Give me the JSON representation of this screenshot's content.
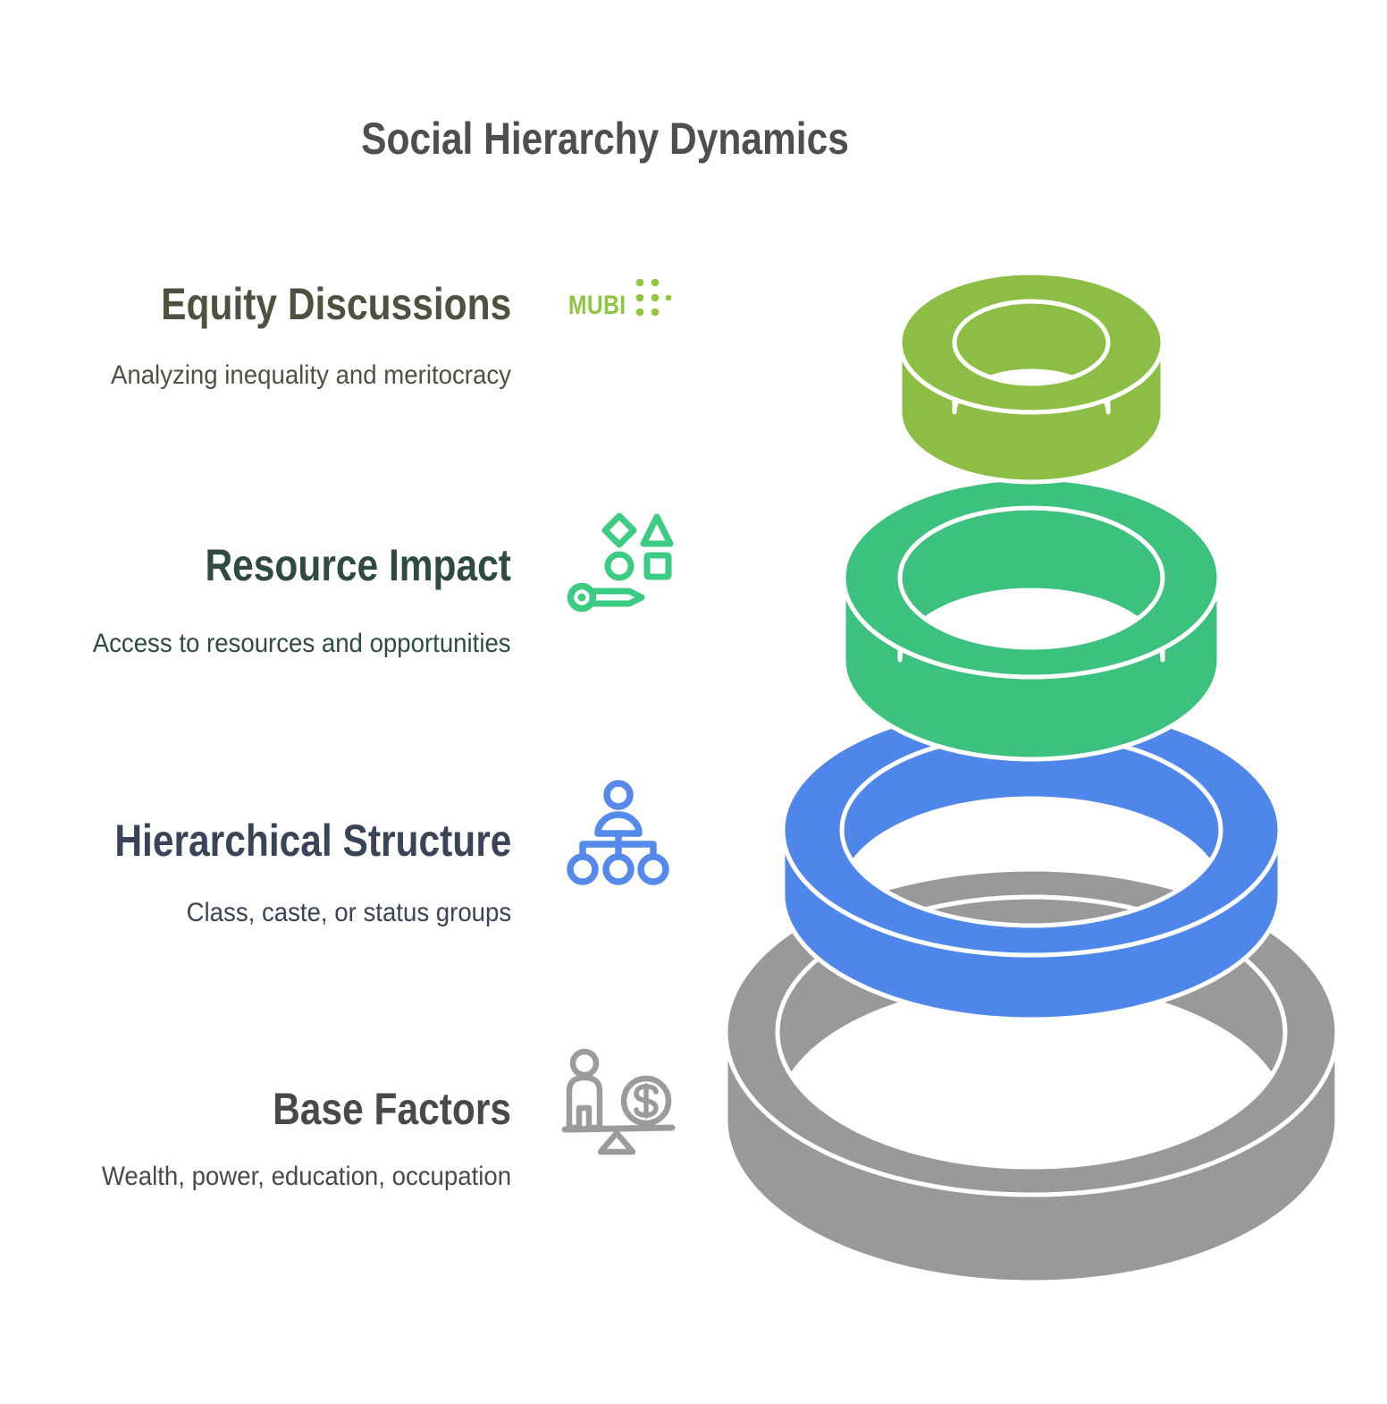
{
  "title": {
    "text": "Social Hierarchy Dynamics",
    "color": "#4E4E4E"
  },
  "sections": [
    {
      "id": "equity-discussions",
      "heading": "Equity Discussions",
      "subtitle": "Analyzing inequality and meritocracy",
      "text_color": "#4C523F",
      "ring_color": "#8CBD44",
      "icon": "mubi-logo",
      "icon_color": "#8DC63F"
    },
    {
      "id": "resource-impact",
      "heading": "Resource Impact",
      "subtitle": "Access to resources and opportunities",
      "text_color": "#2F4B3E",
      "ring_color": "#3CC17E",
      "icon": "key-shapes",
      "icon_color": "#3CCB82"
    },
    {
      "id": "hierarchical-structure",
      "heading": "Hierarchical Structure",
      "subtitle": "Class, caste, or status groups",
      "text_color": "#3A4458",
      "ring_color": "#4E86E9",
      "icon": "org-chart",
      "icon_color": "#5589EA"
    },
    {
      "id": "base-factors",
      "heading": "Base Factors",
      "subtitle": "Wealth, power, education, occupation",
      "text_color": "#494949",
      "ring_color": "#999999",
      "icon": "balance-scale",
      "icon_color": "#9B9B9B"
    }
  ],
  "mubi_logo_text": "MUBI"
}
